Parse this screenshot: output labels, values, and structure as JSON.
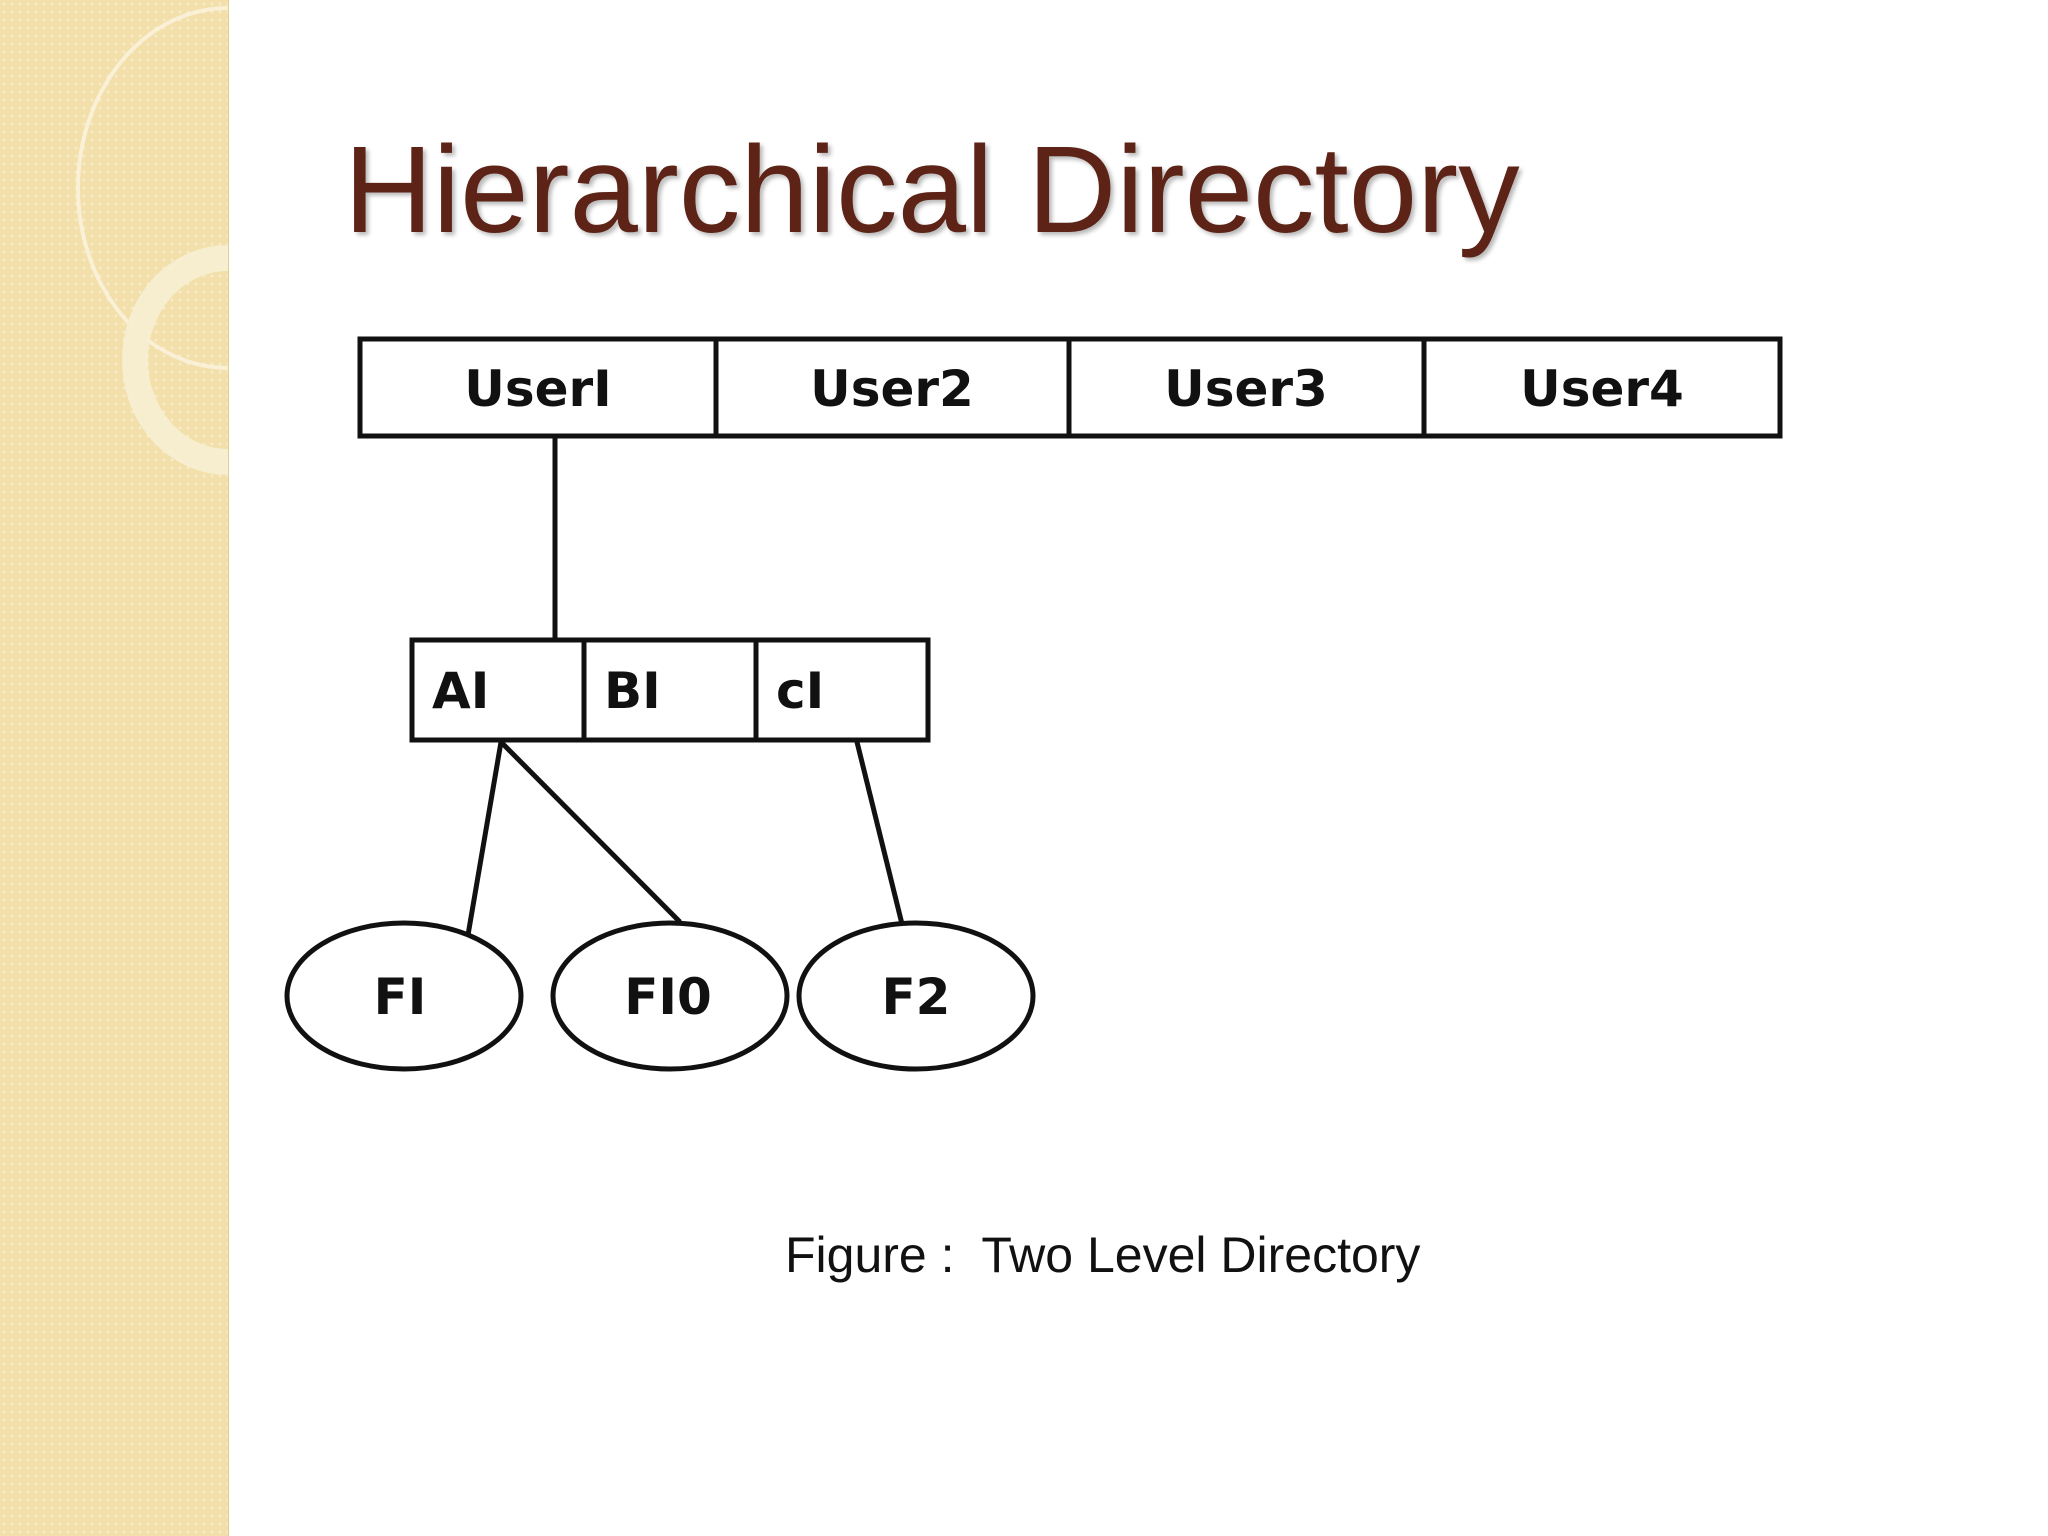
{
  "slide": {
    "title": "Hierarchical Directory",
    "caption": "Figure :  Two Level Directory"
  },
  "diagram": {
    "user_directory": [
      "UserI",
      "User2",
      "User3",
      "User4"
    ],
    "subdirectory": [
      "AI",
      "BI",
      "cI"
    ],
    "files": [
      "FI",
      "FI0",
      "F2"
    ],
    "edges": [
      {
        "from": "UserI",
        "to": "subdirectory"
      },
      {
        "from": "AI",
        "to": "FI"
      },
      {
        "from": "AI",
        "to": "FI0"
      },
      {
        "from": "cI",
        "to": "F2"
      }
    ]
  },
  "theme": {
    "title_color": "#5c2316",
    "sidebar_color": "#f2dfaa"
  }
}
